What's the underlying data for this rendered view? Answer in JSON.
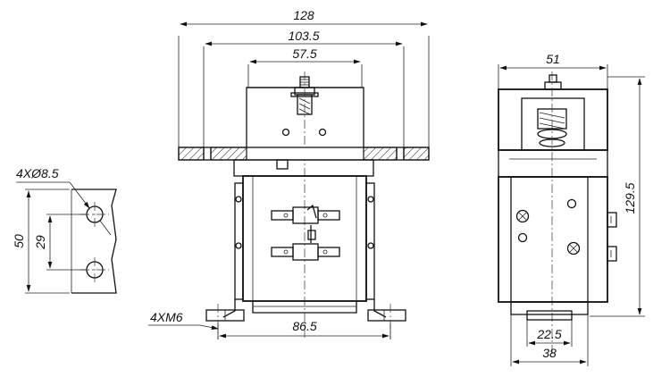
{
  "front_view": {
    "overall_width": "128",
    "mount_hole_pitch": "103.5",
    "terminal_pitch": "57.5",
    "base_hole_pitch": "86.5",
    "base_thread": "4XM6"
  },
  "side_view": {
    "top_width": "51",
    "height": "129.5",
    "inner_base": "22.5",
    "base_width": "38"
  },
  "bracket_detail": {
    "hole_spec": "4XØ8.5",
    "length": "50",
    "hole_spacing": "29"
  }
}
